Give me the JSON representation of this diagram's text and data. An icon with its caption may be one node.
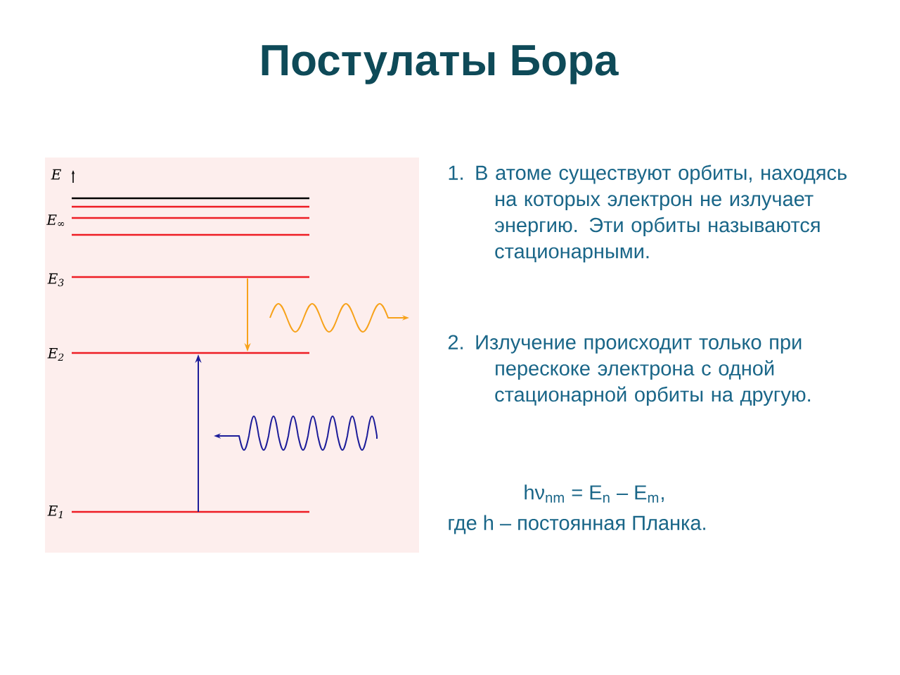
{
  "diagram": {
    "title": "Постулаты Бора",
    "labels": [
      "E",
      "E$_{∞}$",
      "E$_{3}$",
      "E$_{2}$",
      "E$_{1}$",
      "1. В атоме существуют орбиты, находясь на которых электрон не излучает энергию. Эти орбиты называются стационарными.",
      "2. Излучение происходит только при перескоке электрона с одной стационарной орбиты на другую.",
      "hν$_{nm}$ = E$_{n}$ – E$_{m}$,",
      "где h – постоянная Планка."
    ]
  }
}
